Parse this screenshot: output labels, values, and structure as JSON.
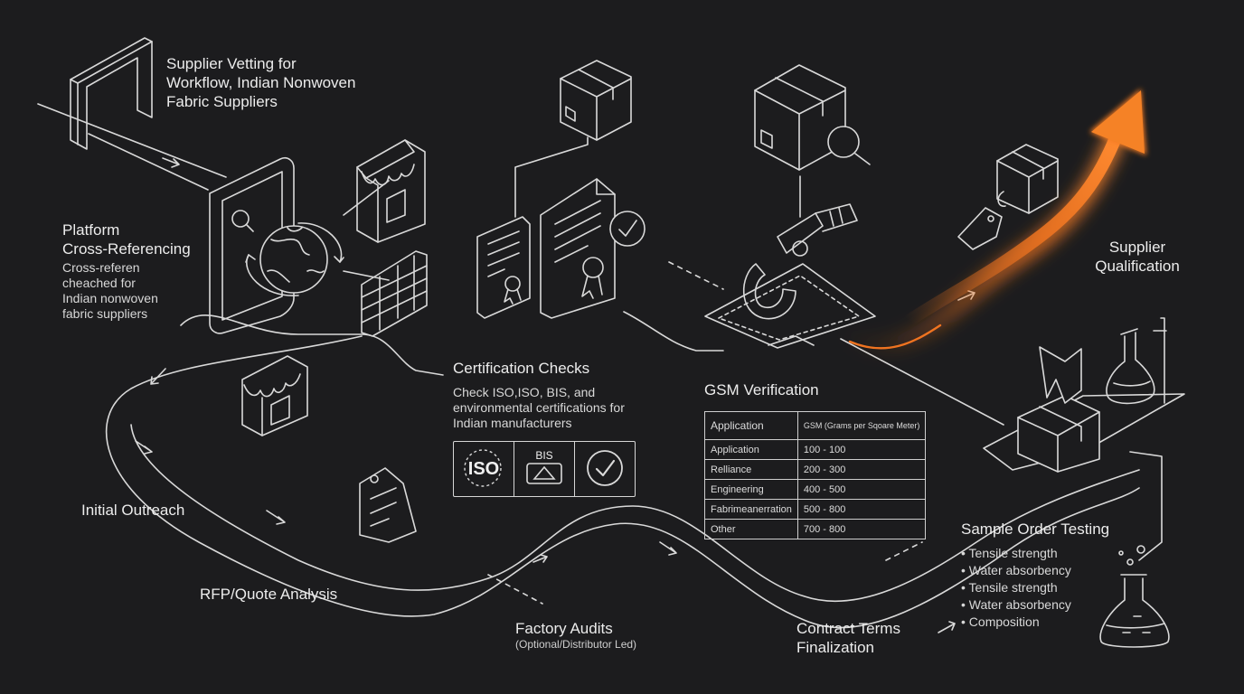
{
  "colors": {
    "background": "#1c1c1e",
    "line": "#d9d9d9",
    "accent": "#f07420"
  },
  "title": {
    "line1": "Supplier Vetting for",
    "line2": "Workflow, Indian Nonwoven",
    "line3": "Fabric Suppliers"
  },
  "platform": {
    "heading1": "Platform",
    "heading2": "Cross-Referencing",
    "body1": "Cross-referen",
    "body2": "cheached for",
    "body3": "Indian nonwoven",
    "body4": "fabric suppliers"
  },
  "certification": {
    "heading": "Certification Checks",
    "body1": "Check ISO,ISO, BIS, and",
    "body2": "environmental certifications for",
    "body3": "Indian manufacturers",
    "badges": {
      "iso": "ISO",
      "bis": "BIS"
    }
  },
  "gsm": {
    "heading": "GSM Verification",
    "header_col1": "Application",
    "header_col2": "GSM (Grams per Sqoare Meter)",
    "rows": [
      {
        "app": "Application",
        "range": "100 - 100"
      },
      {
        "app": "Relliance",
        "range": "200 - 300"
      },
      {
        "app": "Engineering",
        "range": "400 - 500"
      },
      {
        "app": "Fabrimeanerration",
        "range": "500 - 800"
      },
      {
        "app": "Other",
        "range": "700 - 800"
      }
    ]
  },
  "qualification": {
    "line1": "Supplier",
    "line2": "Qualification"
  },
  "outreach": {
    "label": "Initial Outreach"
  },
  "rfp": {
    "label": "RFP/Quote Analysis"
  },
  "audits": {
    "label": "Factory Audits",
    "sub": "(Optional/Distributor Led)"
  },
  "contract": {
    "line1": "Contract Terms",
    "line2": "Finalization"
  },
  "sample": {
    "heading": "Sample Order Testing",
    "items": [
      "Tensile strength",
      "Water absorbency",
      "Tensile strength",
      "Water absorbency",
      "Composition"
    ]
  },
  "icons": [
    "gate-icon",
    "tablet-icon",
    "globe-icon",
    "storefront-icon",
    "spreadsheet-icon",
    "box-icon",
    "certificate-icon",
    "checkmark-icon",
    "box-search-icon",
    "micrometer-icon",
    "tag-icon",
    "flask-icon",
    "growth-arrow-icon"
  ]
}
